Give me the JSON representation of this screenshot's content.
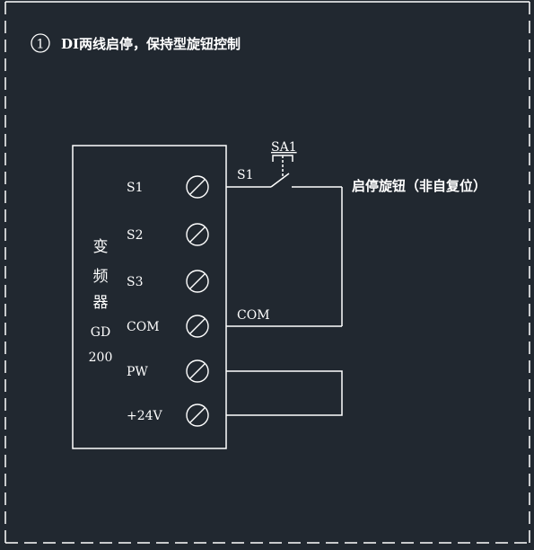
{
  "title": {
    "number": "1",
    "text": "DI两线启停，保持型旋钮控制"
  },
  "inverter": {
    "name_lines": [
      "变",
      "频",
      "器",
      "GD",
      "200"
    ]
  },
  "terminals": [
    "S1",
    "S2",
    "S3",
    "COM",
    "PW",
    "+24V"
  ],
  "switch": {
    "name": "SA1",
    "wire_label_s1": "S1",
    "wire_label_com": "COM",
    "description": "启停旋钮（非自复位）"
  },
  "colors": {
    "background": "#212830",
    "line": "#ffffff",
    "border_dash": "#ffffff"
  }
}
